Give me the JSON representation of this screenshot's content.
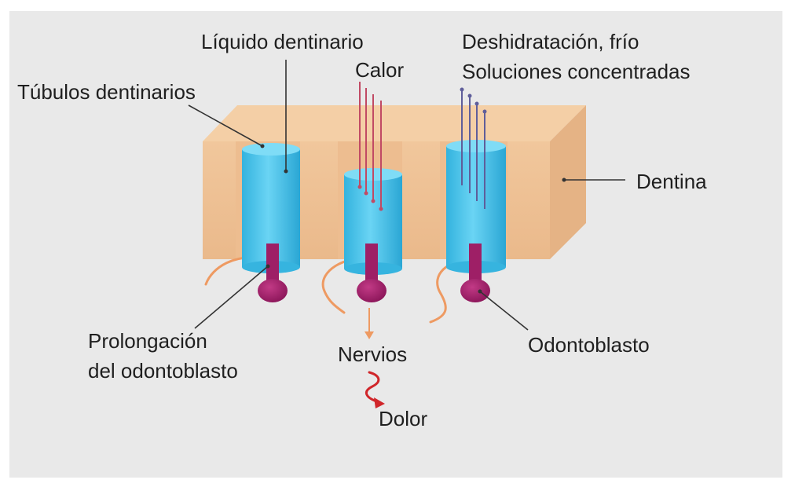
{
  "labels": {
    "tubulos": "Túbulos dentinarios",
    "liquido": "Líquido dentinario",
    "calor": "Calor",
    "deshidratacion": "Deshidratación, frío",
    "soluciones": "Soluciones concentradas",
    "dentina": "Dentina",
    "prolongacion_1": "Prolongación",
    "prolongacion_2": "del odontoblasto",
    "nervios": "Nervios",
    "dolor": "Dolor",
    "odontoblasto": "Odontoblasto"
  },
  "colors": {
    "background": "#e9e9e9",
    "dentin_front": "#efc296",
    "dentin_top": "#f4cfa6",
    "dentin_side": "#e5b385",
    "tubule_fluid": "#4cc6ec",
    "odontoblast": "#9e1f66",
    "nerve_fiber": "#ee9a62",
    "heat_stimulus": "#c14a64",
    "cold_stimulus": "#5f5e9a",
    "pain_arrow": "#d0262a",
    "leader_line": "#333333"
  }
}
